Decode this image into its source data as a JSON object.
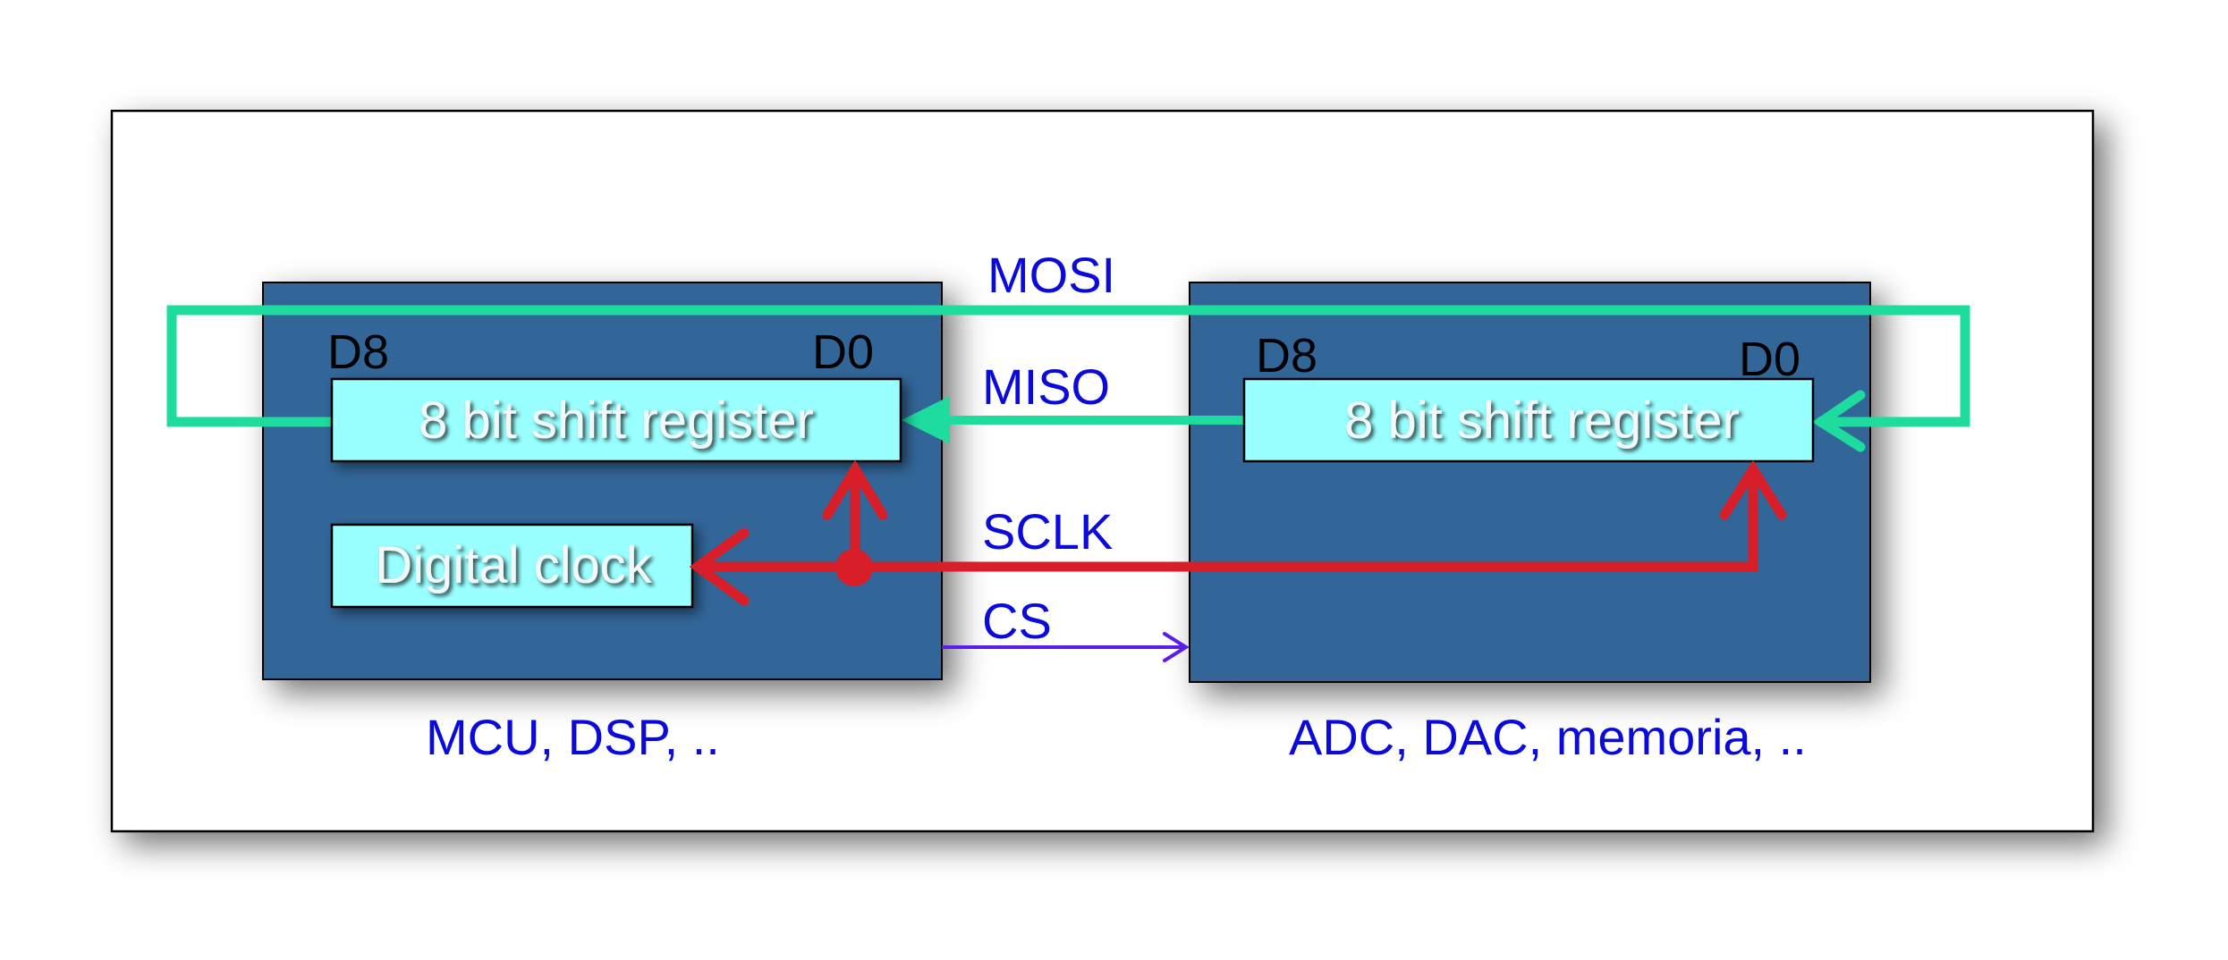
{
  "colors": {
    "device_fill": "#336699",
    "register_fill": "#99ffff",
    "mosi": "#1edc9d",
    "miso": "#1edc9d",
    "sclk": "#d81e28",
    "cs": "#5a1ee6",
    "label_blue": "#0a0adc"
  },
  "master": {
    "d8": "D8",
    "d0": "D0",
    "register_label": "8 bit shift register",
    "clock_label": "Digital clock",
    "caption": "MCU, DSP, .."
  },
  "slave": {
    "d8": "D8",
    "d0": "D0",
    "register_label": "8 bit shift register",
    "caption": "ADC, DAC, memoria, .."
  },
  "signals": {
    "mosi": "MOSI",
    "miso": "MISO",
    "sclk": "SCLK",
    "cs": "CS"
  }
}
